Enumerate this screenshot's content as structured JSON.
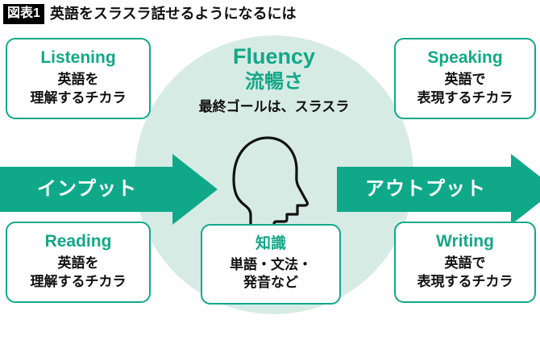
{
  "header": {
    "badge": "図表1",
    "title": "英語をスラスラ話せるようになるには"
  },
  "colors": {
    "accent_teal": "#12a887",
    "arrow_teal": "#0fa98a",
    "circle_fill": "#d7ebe5",
    "text_black": "#111111",
    "badge_bg": "#000000"
  },
  "center": {
    "fluency_en": "Fluency",
    "fluency_jp": "流暢さ",
    "note": "最終ゴールは、スラスラ"
  },
  "arrows": [
    {
      "name": "input",
      "label": "インプット",
      "direction": "right"
    },
    {
      "name": "output",
      "label": "アウトプット",
      "direction": "right"
    }
  ],
  "boxes": {
    "listening": {
      "title": "Listening",
      "line1": "英語を",
      "line2": "理解するチカラ"
    },
    "speaking": {
      "title": "Speaking",
      "line1": "英語で",
      "line2": "表現するチカラ"
    },
    "reading": {
      "title": "Reading",
      "line1": "英語を",
      "line2": "理解するチカラ"
    },
    "writing": {
      "title": "Writing",
      "line1": "英語で",
      "line2": "表現するチカラ"
    },
    "knowledge": {
      "title": "知識",
      "line1": "単語・文法・",
      "line2": "発音など"
    }
  },
  "illustration": {
    "head_profile": "head-profile-icon"
  }
}
